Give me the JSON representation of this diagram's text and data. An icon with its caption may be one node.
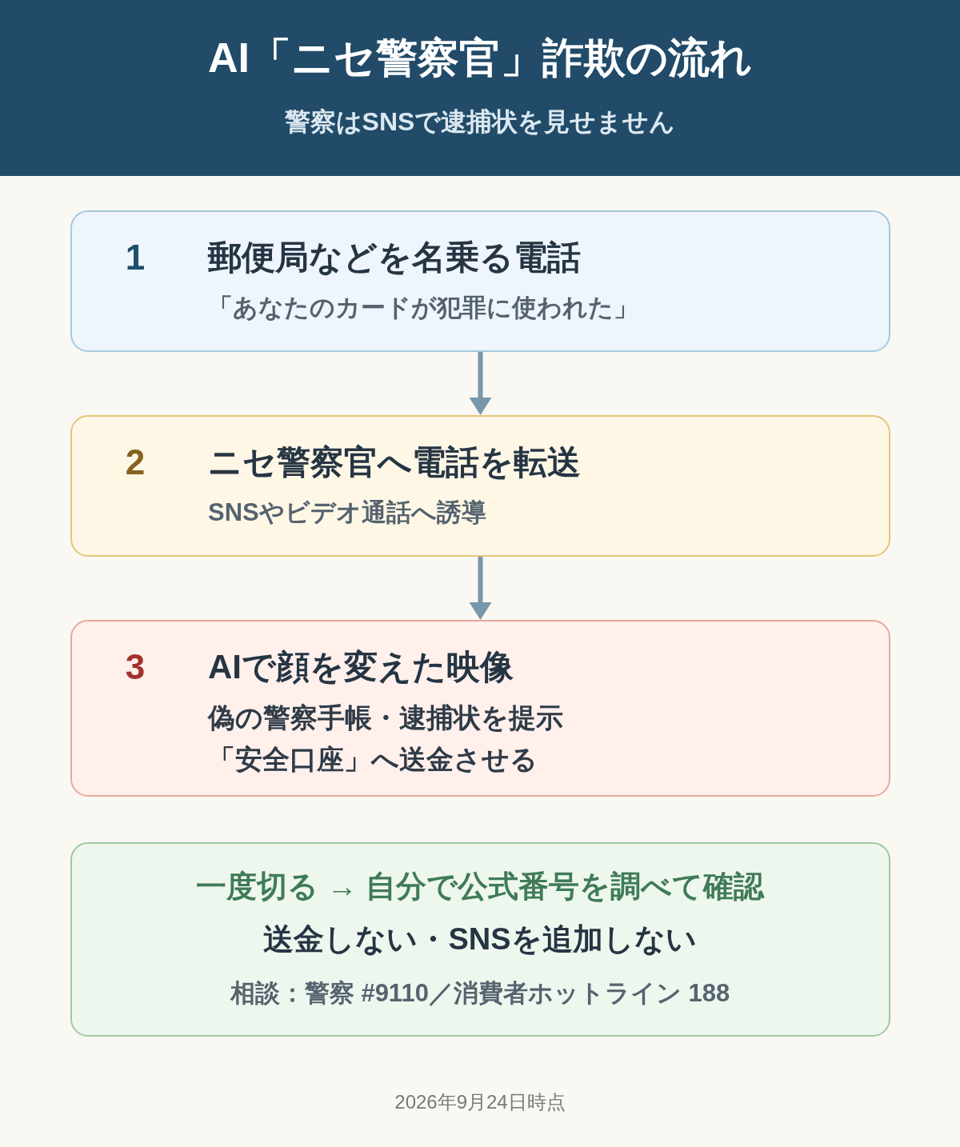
{
  "diagram": {
    "title": "AI「ニセ警察官」詐欺の流れ",
    "nodes": [
      {
        "text": [
          "1",
          "郵便局などを名乗る電話",
          "「あなたのカードが犯罪に使われた」"
        ]
      },
      {
        "text": [
          "2",
          "ニセ警察官へ電話を転送",
          "SNSやビデオ通話へ誘導"
        ]
      },
      {
        "text": [
          "3",
          "AIで顔を変えた映像",
          "偽の警察手帳・逮捕状を提示",
          "「安全口座」へ送金させる"
        ]
      },
      {
        "text": [
          "一度切る → 自分で公式番号を調べて確認",
          "送金しない・SNSを追加しない",
          "相談：警察 #9110／消費者ホットライン 188"
        ]
      }
    ],
    "edges": [
      {
        "from": 0,
        "to": 1,
        "arrow": "to"
      },
      {
        "from": 1,
        "to": 2,
        "arrow": "to"
      }
    ],
    "labels": [
      "警察はSNSで逮捕状を見せません",
      "2026年9月24日時点"
    ]
  }
}
